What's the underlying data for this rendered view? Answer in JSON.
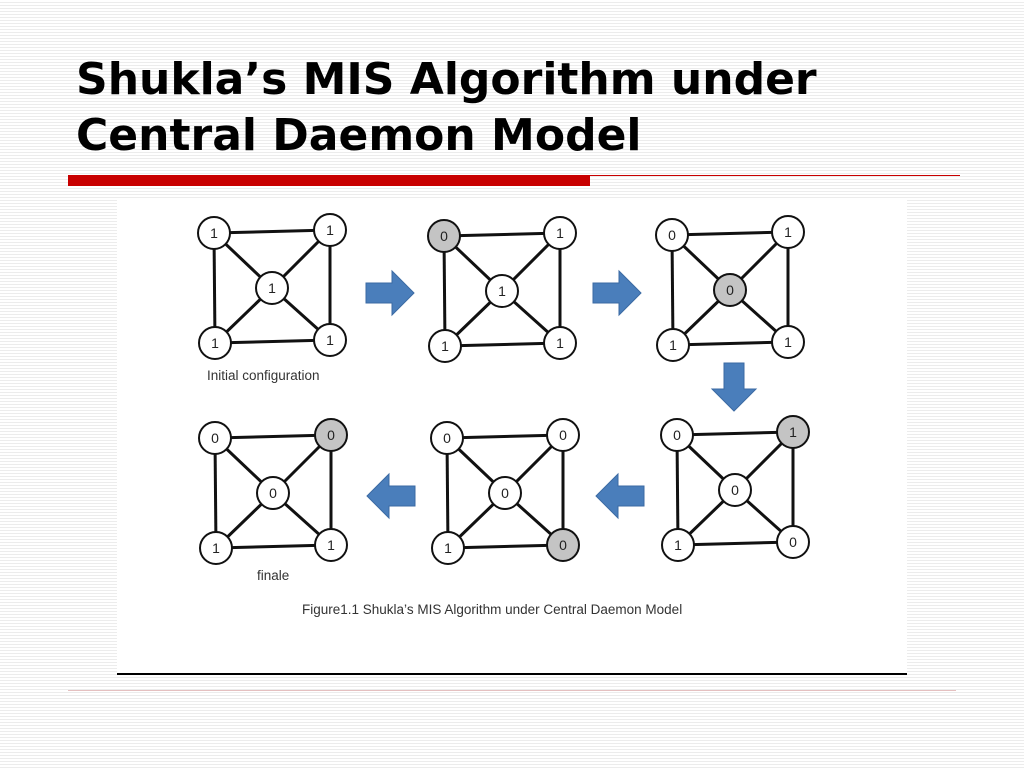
{
  "slide": {
    "title_line1": "Shukla’s MIS Algorithm under",
    "title_line2": "Central Daemon Model"
  },
  "figure": {
    "caption": "Figure1.1 Shukla’s  MIS Algorithm under Central Daemon Model",
    "label_initial": "Initial configuration",
    "label_final": "finale",
    "graphs": [
      {
        "id": "graph-1",
        "values": [
          "1",
          "1",
          "1",
          "1",
          "1"
        ],
        "highlighted": []
      },
      {
        "id": "graph-2",
        "values": [
          "0",
          "1",
          "1",
          "1",
          "1"
        ],
        "highlighted": [
          0
        ]
      },
      {
        "id": "graph-3",
        "values": [
          "0",
          "1",
          "0",
          "1",
          "1"
        ],
        "highlighted": [
          2
        ]
      },
      {
        "id": "graph-4",
        "values": [
          "0",
          "0",
          "0",
          "1",
          "1"
        ],
        "highlighted": [
          1
        ]
      },
      {
        "id": "graph-5",
        "values": [
          "0",
          "0",
          "0",
          "1",
          "0"
        ],
        "highlighted": [
          4
        ]
      },
      {
        "id": "graph-6",
        "values": [
          "0",
          "1",
          "0",
          "1",
          "0"
        ],
        "highlighted": [
          1
        ]
      }
    ],
    "arrows": [
      "right",
      "right",
      "down",
      "left",
      "left"
    ],
    "colors": {
      "edge": "#111111",
      "node_fill": "#ffffff",
      "node_highlight": "#c4c4c4",
      "arrow": "#4a7ebb",
      "accent_red": "#c80000"
    }
  }
}
